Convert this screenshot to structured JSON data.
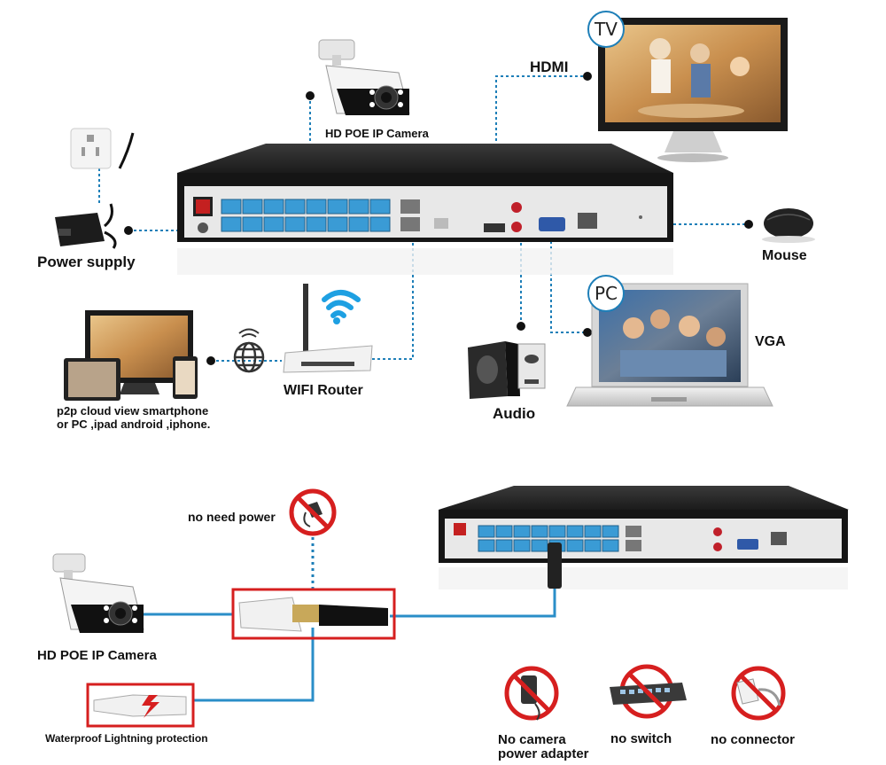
{
  "top": {
    "camera_label": "HD POE IP Camera",
    "hdmi_label": "HDMI",
    "tv_tag": "TV",
    "power_supply_label": "Power supply",
    "mouse_label": "Mouse",
    "pc_tag": "PC",
    "vga_label": "VGA",
    "wifi_router_label": "WIFI Router",
    "audio_label": "Audio",
    "p2p_line1": "p2p cloud view smartphone",
    "p2p_line2": "or PC ,ipad android ,iphone."
  },
  "bottom": {
    "no_need_power_label": "no need power",
    "camera_label": "HD POE IP Camera",
    "waterproof_label": "Waterproof Lightning protection",
    "no_adapter_line1": "No camera",
    "no_adapter_line2": "power adapter",
    "no_switch_label": "no switch",
    "no_connector_label": "no connector"
  },
  "colors": {
    "dotted_line": "#1e7fb8",
    "cable": "#2a8ec8",
    "highlight_box": "#d61f1f",
    "prohibition": "#d61f1f",
    "port_blue": "#3a9bd5"
  }
}
